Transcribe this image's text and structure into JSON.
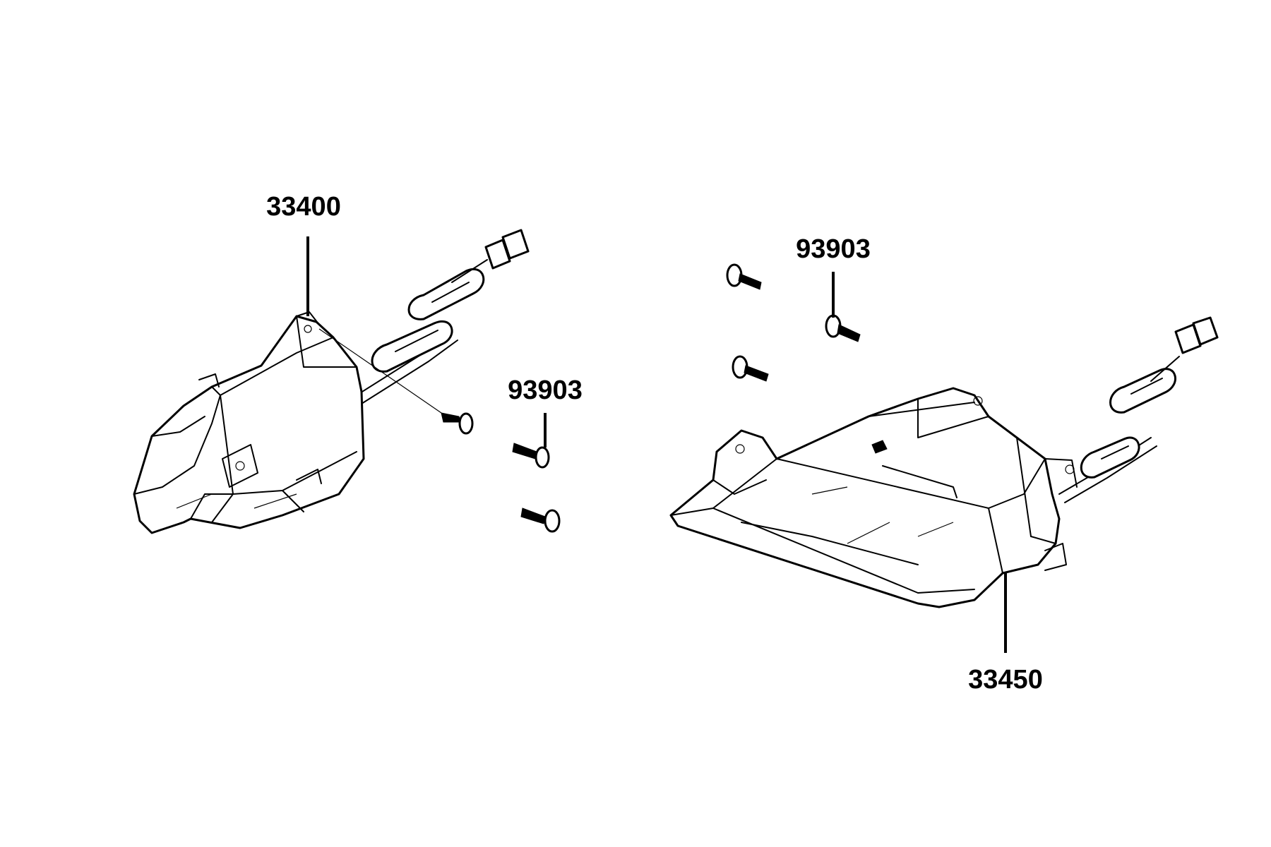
{
  "diagram": {
    "labels": {
      "left_lamp": "33400",
      "left_screw": "93903",
      "right_screw": "93903",
      "right_lamp": "33450"
    }
  }
}
